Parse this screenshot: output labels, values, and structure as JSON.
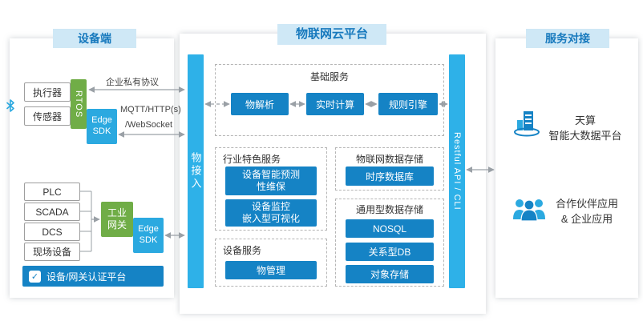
{
  "device": {
    "tab": "设备端",
    "actuator": "执行器",
    "sensor": "传感器",
    "rtos": "RTOS",
    "edge_sdk": "Edge\nSDK",
    "private_protocol_label": "企业私有协议",
    "protocol_label_1": "MQTT/HTTP(s)",
    "protocol_label_2": "/WebSocket",
    "industrial_devices": [
      "PLC",
      "SCADA",
      "DCS",
      "现场设备"
    ],
    "gateway": "工业\n网关",
    "gateway_sdk": "Edge\nSDK",
    "auth_platform": "设备/网关认证平台",
    "check_icon_glyph": "✓"
  },
  "platform": {
    "tab": "物联网云平台",
    "access_bar": "物接入",
    "api_bar": "Restful API / CLI",
    "basic": {
      "title": "基础服务",
      "items": [
        "物解析",
        "实时计算",
        "规则引擎"
      ]
    },
    "industry": {
      "title": "行业特色服务",
      "items": [
        "设备智能预测\n性维保",
        "设备监控\n嵌入型可视化"
      ]
    },
    "iot_storage": {
      "title": "物联网数据存储",
      "items": [
        "时序数据库"
      ]
    },
    "general_storage": {
      "title": "通用型数据存储",
      "items": [
        "NOSQL",
        "关系型DB",
        "对象存储"
      ]
    },
    "device_service": {
      "title": "设备服务",
      "items": [
        "物管理"
      ]
    }
  },
  "services": {
    "tab": "服务对接",
    "bigdata": "天算\n智能大数据平台",
    "partner": "合作伙伴应用\n& 企业应用"
  },
  "colors": {
    "primary_blue": "#1583c5",
    "light_blue": "#2ba9e0",
    "green": "#70ad47",
    "tab_bg": "#cfe8f6",
    "tab_text": "#1779bd",
    "connector_gray": "#9aa0a6"
  }
}
